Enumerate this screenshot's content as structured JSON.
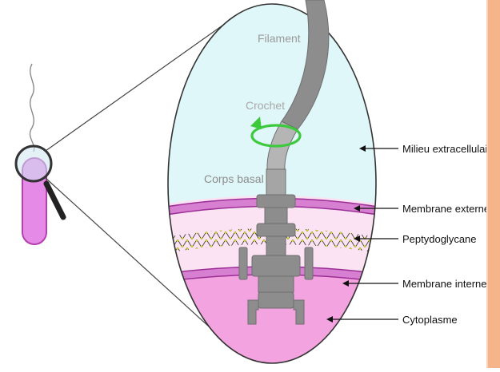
{
  "diagram": {
    "labels": {
      "filament": "Filament",
      "crochet": "Crochet",
      "corps_basal": "Corps basal",
      "milieu": "Milieu extracellulaire",
      "membrane_externe": "Membrane externe",
      "peptidoglycane": "Peptydoglycane",
      "membrane_interne": "Membrane interne",
      "cytoplasme": "Cytoplasme"
    },
    "colors": {
      "extracellular": "#dff7f8",
      "cytoplasm": "#f3a3df",
      "membrane": "#b84ab0",
      "peptidoglycan_fill": "#fbe3f4",
      "motor_gray": "#8d8d8d",
      "rotation_arrow": "#3cc93c",
      "bacterium": "#e58ae6",
      "accent_bar": "#f6b48a"
    },
    "icons": [
      "magnifying-glass-icon",
      "rotation-arrow-icon"
    ]
  }
}
